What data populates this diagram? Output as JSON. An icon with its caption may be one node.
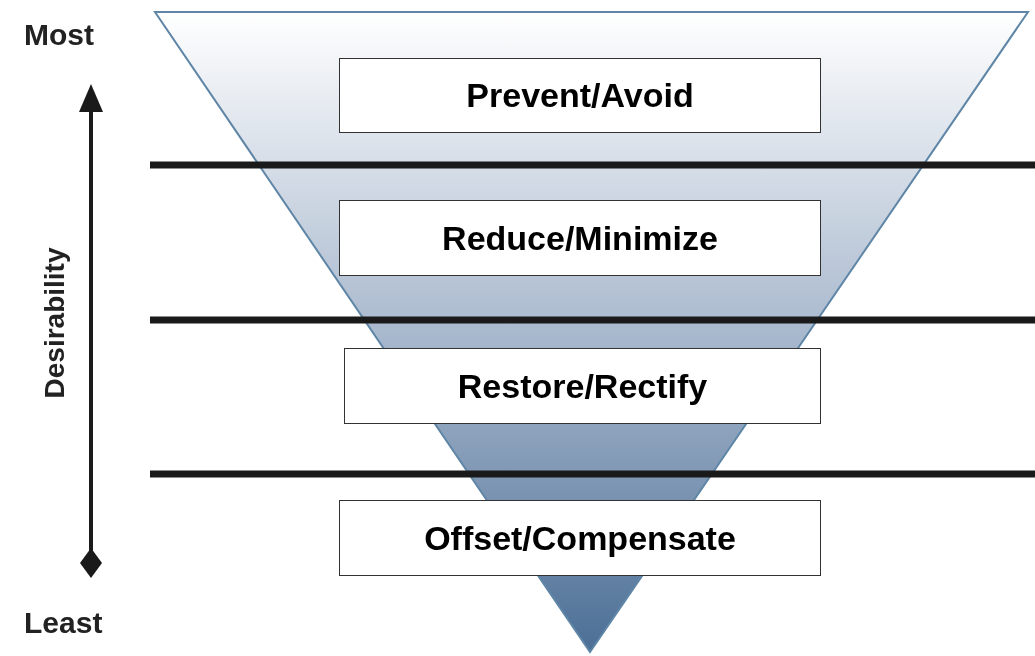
{
  "diagram": {
    "nodes": [
      {
        "text": [
          "Prevent/Avoid"
        ]
      },
      {
        "text": [
          "Reduce/Minimize"
        ]
      },
      {
        "text": [
          "Restore/Rectify"
        ]
      },
      {
        "text": [
          "Offset/Compensate"
        ]
      }
    ],
    "edges": [],
    "labels": [
      "Most",
      "Desirability",
      "Least"
    ]
  }
}
